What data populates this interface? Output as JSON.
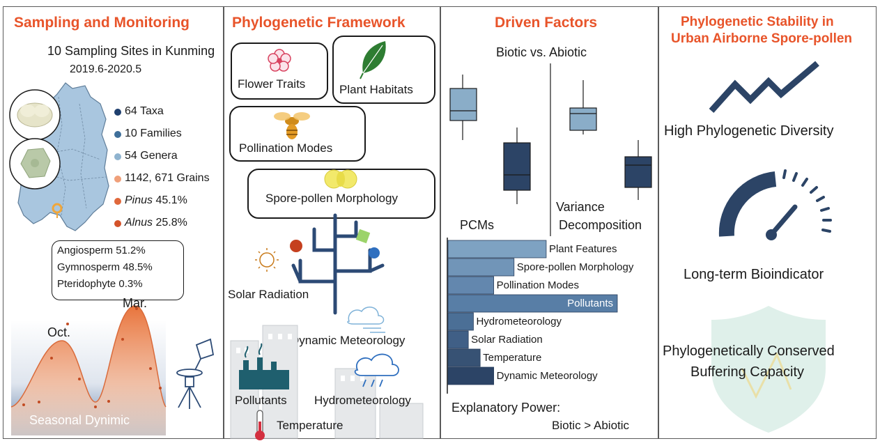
{
  "panels": {
    "sampling": {
      "title": "Sampling and Monitoring",
      "sites": "10 Sampling Sites in Kunming",
      "period": "2019.6-2020.5",
      "stats": [
        {
          "text": "64 Taxa",
          "color": "#1f3f6e"
        },
        {
          "text": "10 Families",
          "color": "#3f6f9a"
        },
        {
          "text": "54 Genera",
          "color": "#8fb3cf"
        },
        {
          "text": "1142, 671 Grains",
          "color": "#f0a07a"
        },
        {
          "genus": "Pinus",
          "text": " 45.1%",
          "color": "#e0683b"
        },
        {
          "genus": "Alnus",
          "text": " 25.8%",
          "color": "#d4532a"
        }
      ],
      "composition": [
        "Angiosperm 51.2%",
        "Gymnosperm 48.5%",
        "Pteridophyte 0.3%"
      ],
      "peaks": {
        "oct": "Oct.",
        "mar": "Mar."
      },
      "seasonal_label": "Seasonal Dynimic"
    },
    "framework": {
      "title": "Phylogenetic Framework",
      "flower_traits": "Flower Traits",
      "plant_habitats": "Plant Habitats",
      "pollination_modes": "Pollination Modes",
      "spore_pollen_morphology": "Spore-pollen Morphology",
      "solar_radiation": "Solar Radiation",
      "dynamic_meteorology": "Dynamic Meteorology",
      "pollutants": "Pollutants",
      "hydrometeorology": "Hydrometeorology",
      "temperature": "Temperature"
    },
    "factors": {
      "title": "Driven Factors",
      "subtitle": "Biotic vs. Abiotic",
      "pcms": "PCMs",
      "variance_1": "Variance",
      "variance_2": "Decomposition",
      "explanatory": "Explanatory Power:",
      "comparison": "Biotic > Abiotic"
    },
    "stability": {
      "title_1": "Phylogenetic Stability in",
      "title_2": "Urban Airborne Spore-pollen",
      "diversity": "High Phylogenetic Diversity",
      "bioindicator": "Long-term Bioindicator",
      "buffering_1": "Phylogenetically Conserved",
      "buffering_2": "Buffering Capacity"
    }
  },
  "chart_data": {
    "type": "bar",
    "orientation": "horizontal",
    "categories": [
      "Plant Features",
      "Spore-pollen Morphology",
      "Pollination Modes",
      "Pollutants",
      "Hydrometeorology",
      "Solar Radiation",
      "Temperature",
      "Dynamic Meteorology"
    ],
    "values": [
      0.58,
      0.39,
      0.27,
      1.0,
      0.15,
      0.12,
      0.19,
      0.27
    ],
    "highlight": "Pollutants",
    "colors": [
      "#7ea2c2",
      "#7195b8",
      "#6387ae",
      "#587ea6",
      "#4b6f96",
      "#405f86",
      "#375274",
      "#2c4466"
    ]
  }
}
